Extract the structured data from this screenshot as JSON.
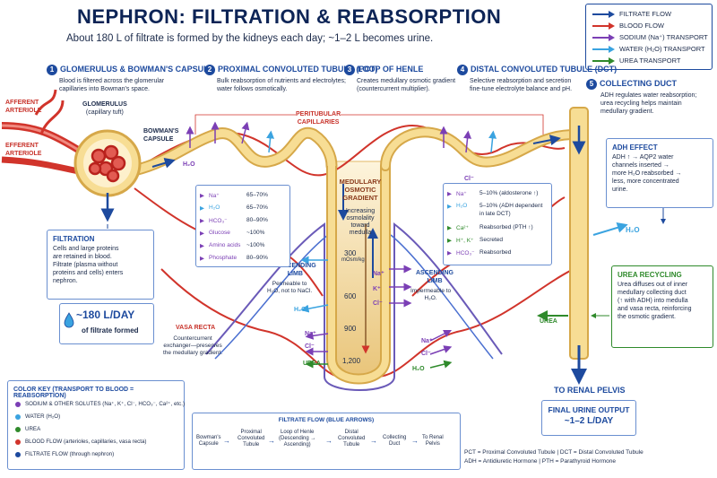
{
  "title": "NEPHRON: FILTRATION & REABSORPTION",
  "subtitle": "About 180 L of filtrate is formed by the kidneys each day; ~1–2 L becomes urine.",
  "legend": [
    {
      "label": "FILTRATE FLOW",
      "color": "#1d4a9e"
    },
    {
      "label": "BLOOD FLOW",
      "color": "#d1342b"
    },
    {
      "label": "SODIUM (Na⁺) TRANSPORT",
      "color": "#7b3fb5"
    },
    {
      "label": "WATER (H₂O) TRANSPORT",
      "color": "#3aa3e0"
    },
    {
      "label": "UREA TRANSPORT",
      "color": "#2f8a2b"
    }
  ],
  "sections": [
    {
      "num": "1",
      "title": "GLOMERULUS & BOWMAN'S CAPSULE",
      "desc": [
        "Blood is filtered across the glomerular",
        "capillaries into Bowman's space."
      ]
    },
    {
      "num": "2",
      "title": "PROXIMAL CONVOLUTED TUBULE (PCT)",
      "desc": [
        "Bulk reabsorption of nutrients and electrolytes;",
        "water follows osmotically."
      ]
    },
    {
      "num": "3",
      "title": "LOOP OF HENLE",
      "desc": [
        "Creates medullary osmotic gradient",
        "(countercurrent multiplier)."
      ]
    },
    {
      "num": "4",
      "title": "DISTAL CONVOLUTED TUBULE (DCT)",
      "desc": [
        "Selective reabsorption and secretion",
        "fine-tune electrolyte balance and pH."
      ]
    },
    {
      "num": "5",
      "title": "COLLECTING DUCT",
      "desc": [
        "ADH regulates water reabsorption;",
        "urea recycling helps maintain",
        "medullary gradient."
      ]
    }
  ],
  "labels": {
    "afferent": [
      "AFFERENT",
      "ARTERIOLE"
    ],
    "efferent": [
      "EFFERENT",
      "ARTERIOLE"
    ],
    "glomerulus": [
      "GLOMERULUS",
      "(capillary tuft)"
    ],
    "bowmans": [
      "BOWMAN'S",
      "CAPSULE"
    ],
    "peritubular": [
      "PERITUBULAR",
      "CAPILLARIES"
    ],
    "medullary": [
      "MEDULLARY",
      "OSMOTIC",
      "GRADIENT"
    ],
    "increasing": [
      "Increasing",
      "osmolality",
      "toward",
      "medulla"
    ],
    "osm_values": [
      "300",
      "mOsm/kg",
      "600",
      "900",
      "1,200"
    ],
    "descending": [
      "DESCENDING",
      "LIMB"
    ],
    "descending_desc": [
      "Permeable to",
      "H₂O, not to NaCl."
    ],
    "ascending": [
      "ASCENDING",
      "LIMB"
    ],
    "ascending_desc": [
      "Impermeable to",
      "H₂O."
    ],
    "vasa": "VASA RECTA",
    "vasa_desc": [
      "Countercurrent",
      "exchanger—preserves",
      "the medullary gradient."
    ],
    "to_pelvis": "TO RENAL PELVIS",
    "h2o": "H₂O",
    "urea": "UREA",
    "na": "Na⁺",
    "k": "K⁺",
    "cl": "Cl⁻"
  },
  "filtration_box": {
    "title": "FILTRATION",
    "text": [
      "Cells and large proteins",
      "are retained in blood.",
      "Filtrate (plasma without",
      "proteins and cells) enters",
      "nephron."
    ]
  },
  "filtrate_amount": {
    "value": "~180 L/DAY",
    "caption": "of filtrate formed"
  },
  "pct_table": [
    {
      "solute": "Na⁺",
      "value": "65–70%",
      "color": "#7b3fb5"
    },
    {
      "solute": "H₂O",
      "value": "65–70%",
      "color": "#3aa3e0"
    },
    {
      "solute": "HCO₃⁻",
      "value": "80–90%",
      "color": "#7b3fb5"
    },
    {
      "solute": "Glucose",
      "value": "~100%",
      "color": "#7b3fb5"
    },
    {
      "solute": "Amino acids",
      "value": "~100%",
      "color": "#7b3fb5"
    },
    {
      "solute": "Phosphate",
      "value": "80–90%",
      "color": "#7b3fb5"
    }
  ],
  "dct_table": [
    {
      "solute": "Na⁺",
      "value": "5–10% (aldosterone ↑)",
      "color": "#7b3fb5"
    },
    {
      "solute": "H₂O",
      "value": "5–10% (ADH dependent",
      "value2": "in late DCT)",
      "color": "#3aa3e0"
    },
    {
      "solute": "Ca²⁺",
      "value": "Reabsorbed (PTH ↑)",
      "color": "#2f8a2b"
    },
    {
      "solute": "H⁺, K⁺",
      "value": "Secreted",
      "color": "#2f8a2b"
    },
    {
      "solute": "HCO₃⁻",
      "value": "Reabsorbed",
      "color": "#7b3fb5"
    }
  ],
  "adh_box": {
    "title": "ADH EFFECT",
    "text": [
      "ADH ↑ → AQP2 water",
      "channels inserted →",
      "more H₂O reabsorbed →",
      "less, more concentrated",
      "urine."
    ]
  },
  "urea_box": {
    "title": "UREA RECYCLING",
    "text": [
      "Urea diffuses out of inner",
      "medullary collecting duct",
      "(↑ with ADH) into medulla",
      "and vasa recta, reinforcing",
      "the osmotic gradient."
    ]
  },
  "final_output": {
    "title": "FINAL URINE OUTPUT",
    "value": "~1–2 L/DAY"
  },
  "color_key": {
    "title": "COLOR KEY (TRANSPORT TO BLOOD = REABSORPTION)",
    "items": [
      {
        "label": "SODIUM & OTHER SOLUTES (Na⁺, K⁺, Cl⁻, HCO₃⁻, Ca²⁺, etc.)",
        "color": "#7b3fb5"
      },
      {
        "label": "WATER (H₂O)",
        "color": "#3aa3e0"
      },
      {
        "label": "UREA",
        "color": "#2f8a2b"
      },
      {
        "label": "BLOOD FLOW (arterioles, capillaries, vasa recta)",
        "color": "#d1342b"
      },
      {
        "label": "FILTRATE FLOW (through nephron)",
        "color": "#1d4a9e"
      }
    ]
  },
  "flow_box": {
    "title": "FILTRATE FLOW (BLUE ARROWS)",
    "steps": [
      [
        "Bowman's",
        "Capsule"
      ],
      [
        "Proximal",
        "Convoluted",
        "Tubule"
      ],
      [
        "Loop of Henle",
        "(Descending →",
        "Ascending)"
      ],
      [
        "Distal",
        "Convoluted",
        "Tubule"
      ],
      [
        "Collecting",
        "Duct"
      ],
      [
        "To Renal",
        "Pelvis"
      ]
    ]
  },
  "abbreviations": [
    "PCT = Proximal Convoluted Tubule  |  DCT = Distal Convoluted Tubule",
    "ADH = Antidiuretic Hormone  |  PTH = Parathyroid Hormone"
  ]
}
